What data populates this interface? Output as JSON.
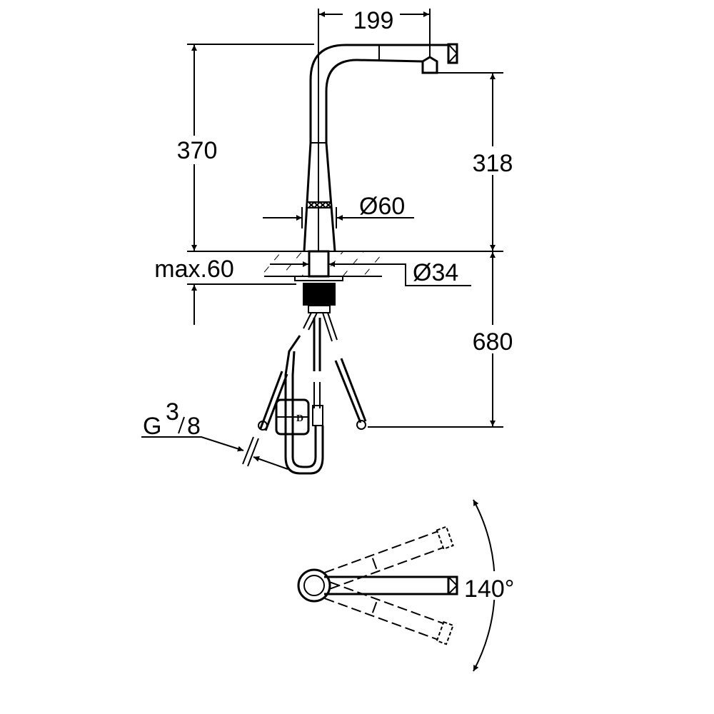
{
  "dimensions": {
    "spout_reach": "199",
    "total_height": "370",
    "spout_height": "318",
    "base_diameter": "Ø60",
    "max_counter_thickness": "max.60",
    "hole_diameter": "Ø34",
    "hose_length": "680",
    "connection_g": "G",
    "connection_num": "3",
    "connection_den": "8",
    "swivel_angle": "140°",
    "weight_mark": "D"
  }
}
